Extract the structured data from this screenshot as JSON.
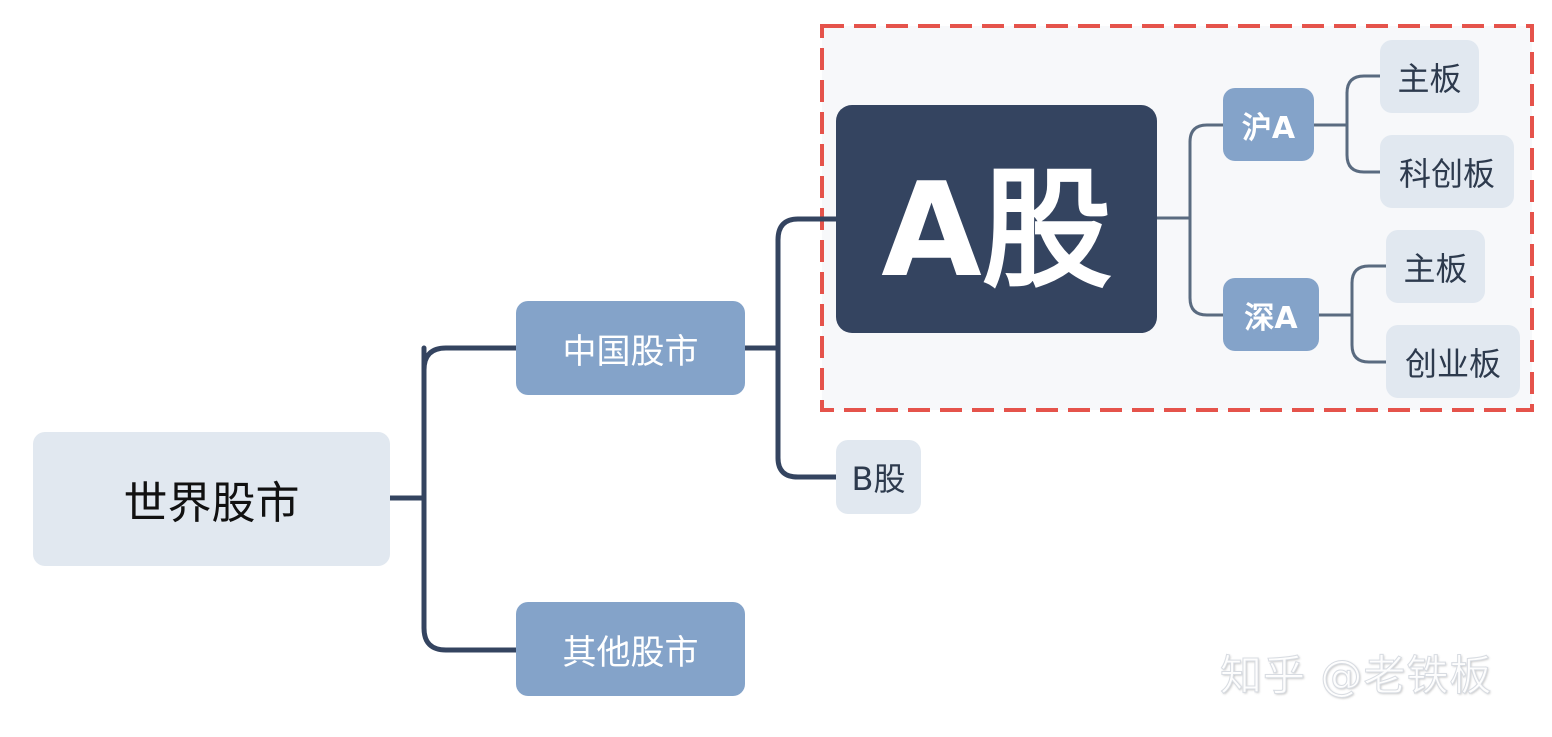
{
  "mindmap": {
    "root": "世界股市",
    "china": "中国股市",
    "other": "其他股市",
    "a_share": "A股",
    "b_share": "B股",
    "shanghai_a": "沪A",
    "shenzhen_a": "深A",
    "shanghai_main_board": "主板",
    "star_market": "科创板",
    "shenzhen_main_board": "主板",
    "chinext": "创业板"
  },
  "watermark": "知乎 @老铁板",
  "colors": {
    "connector": "#344460",
    "highlight_border": "#e5534b",
    "highlight_fill": "#f7f8fa",
    "node_light": "#e1e8f0",
    "node_mid": "#84a3c9",
    "node_dark": "#344460"
  }
}
